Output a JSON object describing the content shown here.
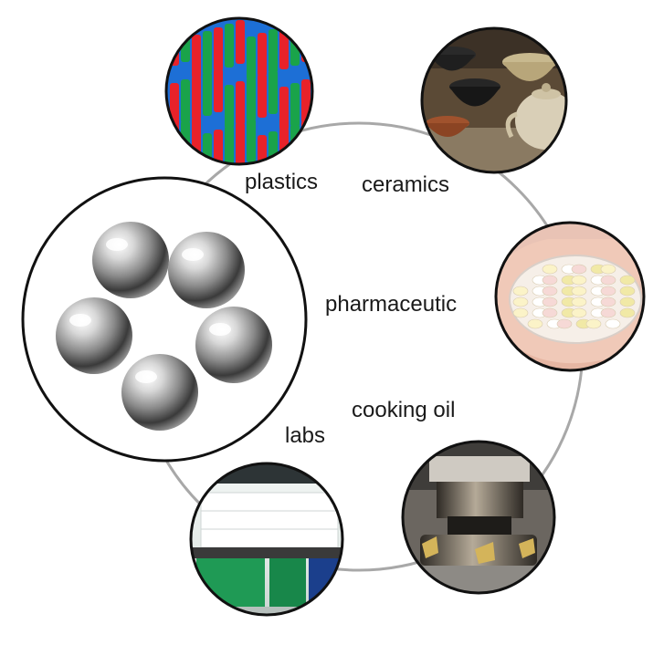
{
  "labels": {
    "plastics": "plastics",
    "ceramics": "ceramics",
    "pharmaceutic": "pharmaceutic",
    "cooking_oil": "cooking oil",
    "labs": "labs"
  },
  "colors": {
    "ring": "#a8a8a8",
    "circle_border": "#111111",
    "steel_light": "#f2f2f2",
    "steel_dark": "#3a3a3a"
  }
}
